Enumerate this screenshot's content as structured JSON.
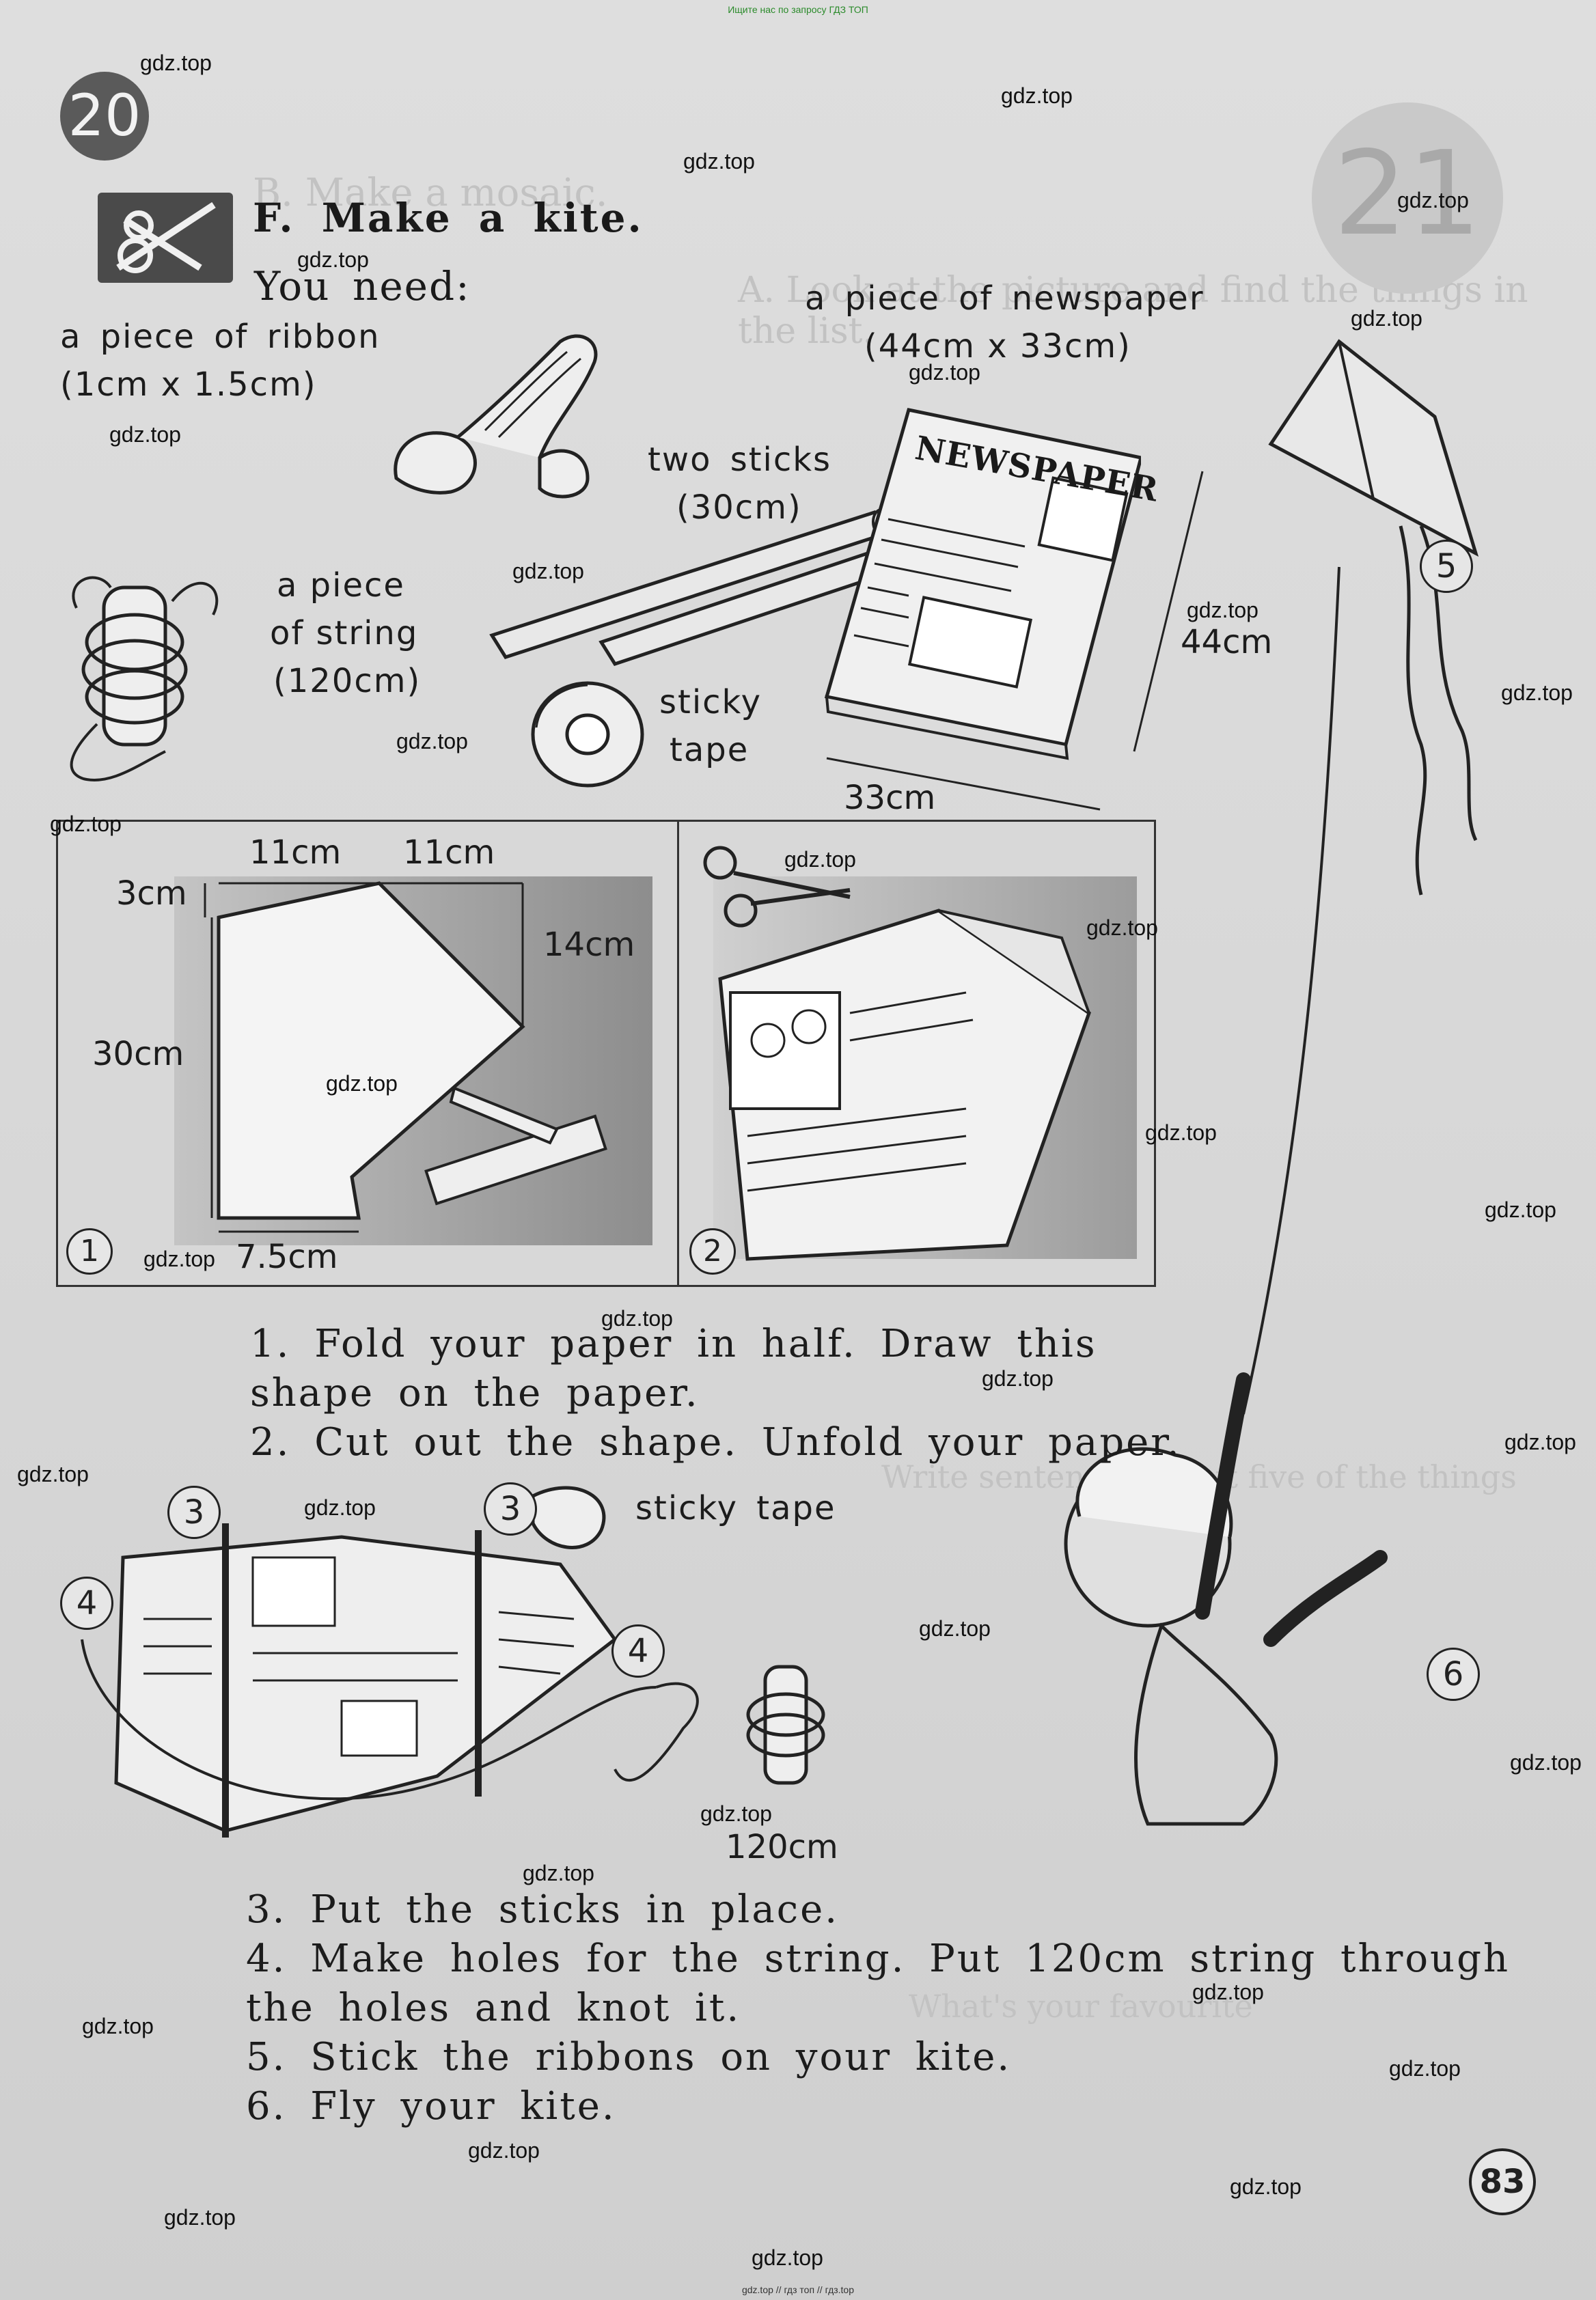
{
  "header": {
    "top_note": "Ищите нас по запросу ГДЗ ТОП",
    "bottom_note": "gdz.top // гдз топ // гдз.top",
    "page_badge": "20",
    "page_number": "83",
    "right_badge": "21"
  },
  "watermark": "gdz.top",
  "activity": {
    "title": "F. Make a kite.",
    "you_need": "You need:"
  },
  "materials": {
    "ribbon": [
      "a piece of ribbon",
      "(1cm x 1.5cm)"
    ],
    "newspaper": [
      "a piece of newspaper",
      "(44cm x 33cm)"
    ],
    "sticks": [
      "two sticks",
      "(30cm)"
    ],
    "string": [
      "a piece",
      "of string",
      "(120cm)"
    ],
    "tape": [
      "sticky",
      "tape"
    ],
    "newspaper_masthead": "NEWSPAPER",
    "newspaper_dims": [
      "44cm",
      "33cm"
    ]
  },
  "diagram1": {
    "number": "1",
    "dims": [
      "11cm",
      "11cm",
      "3cm",
      "14cm",
      "30cm",
      "7.5cm"
    ]
  },
  "diagram2": {
    "number": "2"
  },
  "steps_top": [
    "1. Fold your paper in half. Draw this",
    "shape on the paper.",
    "2. Cut out the shape. Unfold your paper."
  ],
  "assembly": {
    "sticky_tape": "sticky tape",
    "string_length": "120cm",
    "markers": [
      "3",
      "3",
      "4",
      "4",
      "5",
      "6"
    ]
  },
  "steps_bottom": [
    "3. Put the sticks in place.",
    "4. Make holes for the string. Put 120cm string through",
    "the holes and knot it.",
    "5. Stick the ribbons on your kite.",
    "6. Fly your kite."
  ],
  "ghost_text": {
    "b_line": "B. Make a mosaic.",
    "a_line": "A. Look at the picture and find the things in the list.",
    "write_line": "Write sentences about five of the things",
    "whats_line": "What's your favourite"
  }
}
